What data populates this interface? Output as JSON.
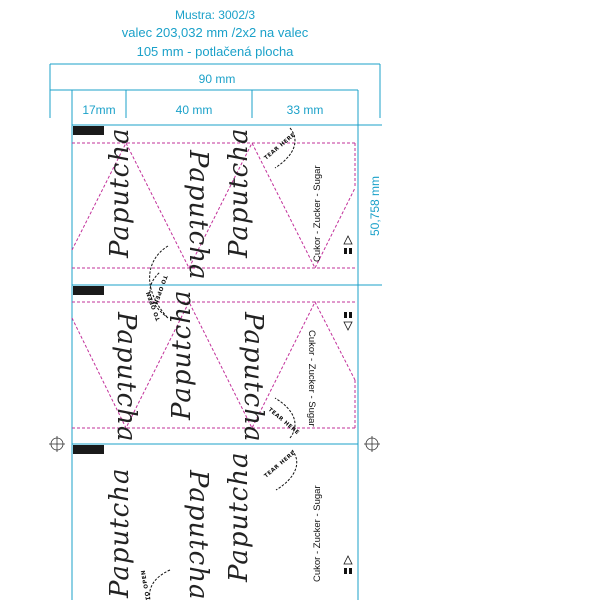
{
  "header": {
    "line1": "Mustra: 3002/3",
    "line2": "valec 203,032 mm /2x2 na valec",
    "line3": "105 mm - potlačená plocha"
  },
  "dimensions": {
    "total_width": "90 mm",
    "left_margin": "17mm",
    "middle": "40 mm",
    "right": "33 mm",
    "height": "50,758 mm"
  },
  "label": {
    "brand": "Paputcha",
    "contents": "Cukor - Zucker - Sugar",
    "tear_here": "TEAR HERE",
    "to_open": "TO OPEN"
  },
  "colors": {
    "dimension": "#1ba1c9",
    "cutline": "#c2309a",
    "ink": "#111111"
  }
}
